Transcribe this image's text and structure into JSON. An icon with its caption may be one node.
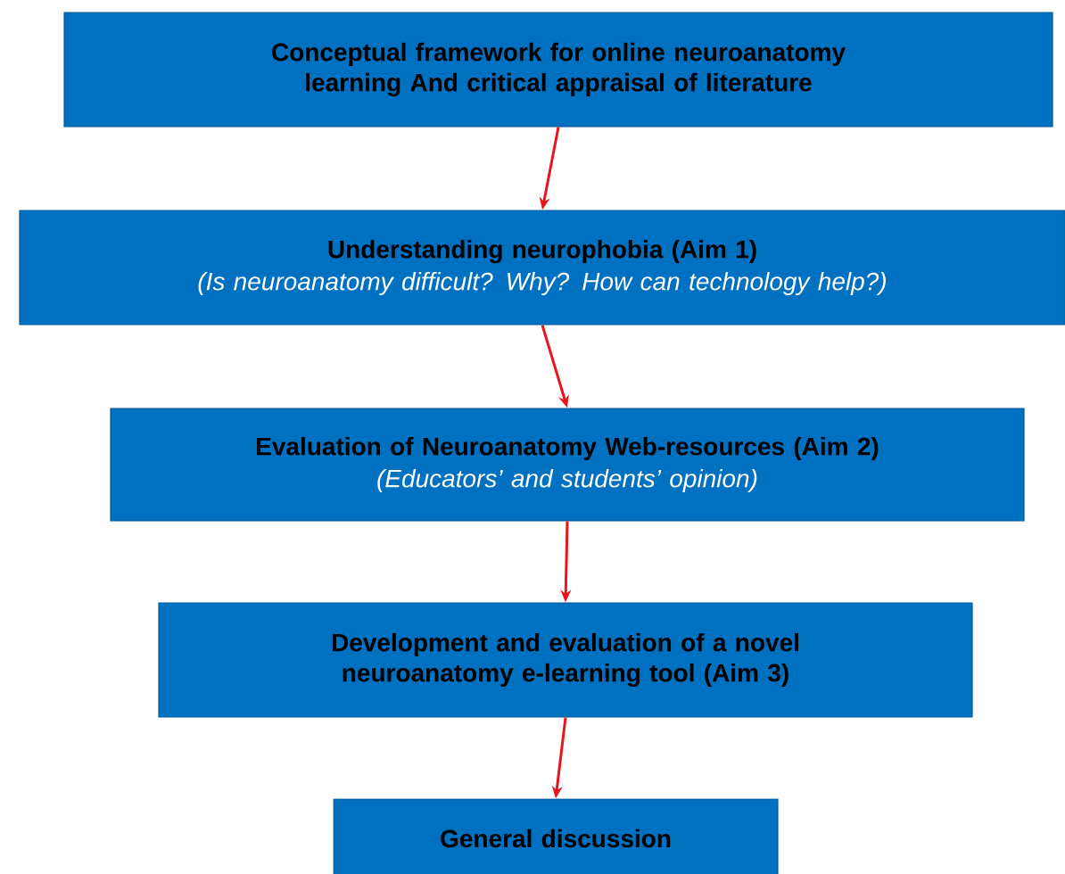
{
  "diagram": {
    "nodes": [
      {
        "text": [
          "Conceptual framework for online neuroanatomy learning And critical appraisal of literature"
        ]
      },
      {
        "text": [
          "Understanding neurophobia (Aim 1)",
          "(Is neuroanatomy difficult? Why? How can technology help?)"
        ]
      },
      {
        "text": [
          "Evaluation of Neuroanatomy Web-resources (Aim 2)",
          "(Educators’ and students’ opinion)"
        ]
      },
      {
        "text": [
          "Development and evaluation of a novel neuroanatomy e-learning tool (Aim 3)"
        ]
      },
      {
        "text": [
          "General discussion"
        ]
      }
    ],
    "edges": [
      {
        "from": 0,
        "to": 1,
        "arrow": "to"
      },
      {
        "from": 1,
        "to": 2,
        "arrow": "to"
      },
      {
        "from": 2,
        "to": 3,
        "arrow": "to"
      },
      {
        "from": 3,
        "to": 4,
        "arrow": "to"
      }
    ]
  }
}
